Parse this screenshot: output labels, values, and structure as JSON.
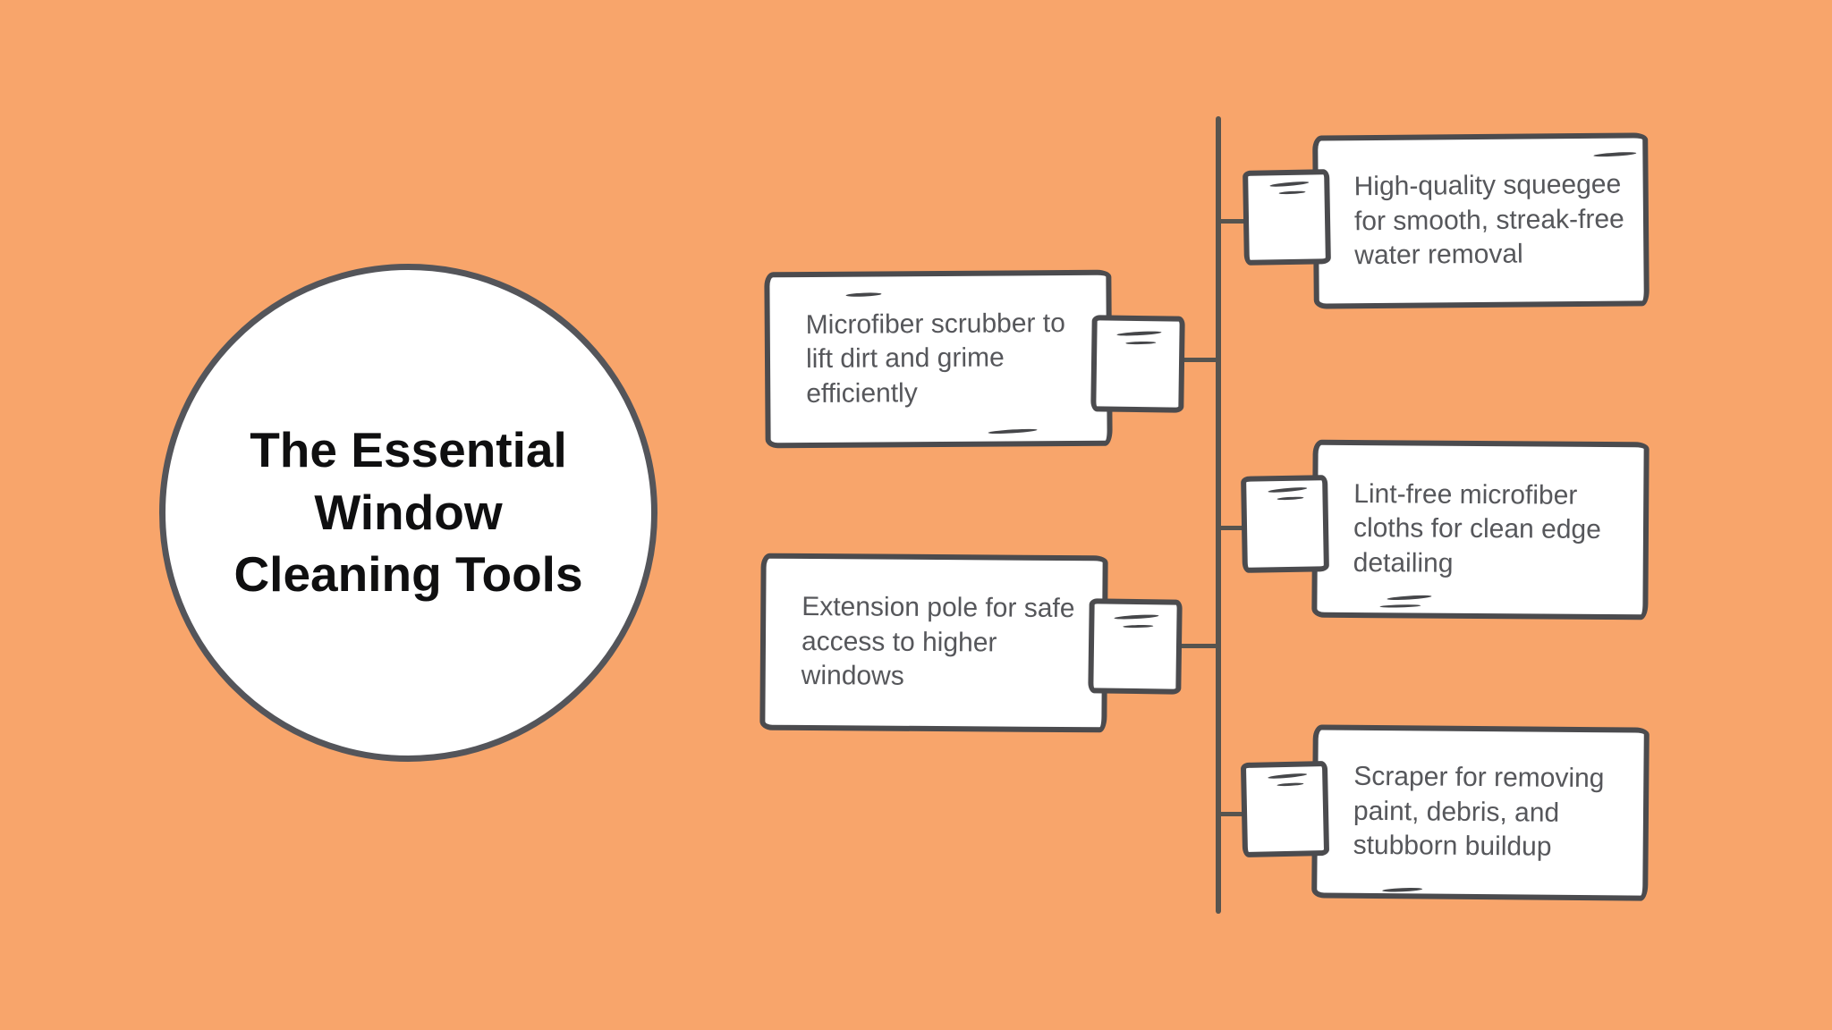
{
  "palette": {
    "background": "#F8A56B",
    "shape_fill": "#FFFFFF",
    "shape_stroke": "#4B4B4E",
    "spine_stroke": "#56544F",
    "card_text": "#56575B",
    "title_text": "#0F0F10"
  },
  "title": {
    "full": "The Essential Window Cleaning Tools",
    "lines": [
      "The Essential",
      "Window",
      "Cleaning Tools"
    ]
  },
  "items": [
    {
      "side": "right",
      "label": "High-quality squeegee for smooth, streak-free water removal"
    },
    {
      "side": "left",
      "label": "Microfiber scrubber to lift dirt and grime efficiently"
    },
    {
      "side": "right",
      "label": "Lint-free microfiber cloths for clean edge detailing"
    },
    {
      "side": "left",
      "label": "Extension pole for safe access to higher windows"
    },
    {
      "side": "right",
      "label": "Scraper for removing paint, debris, and stubborn buildup"
    }
  ]
}
